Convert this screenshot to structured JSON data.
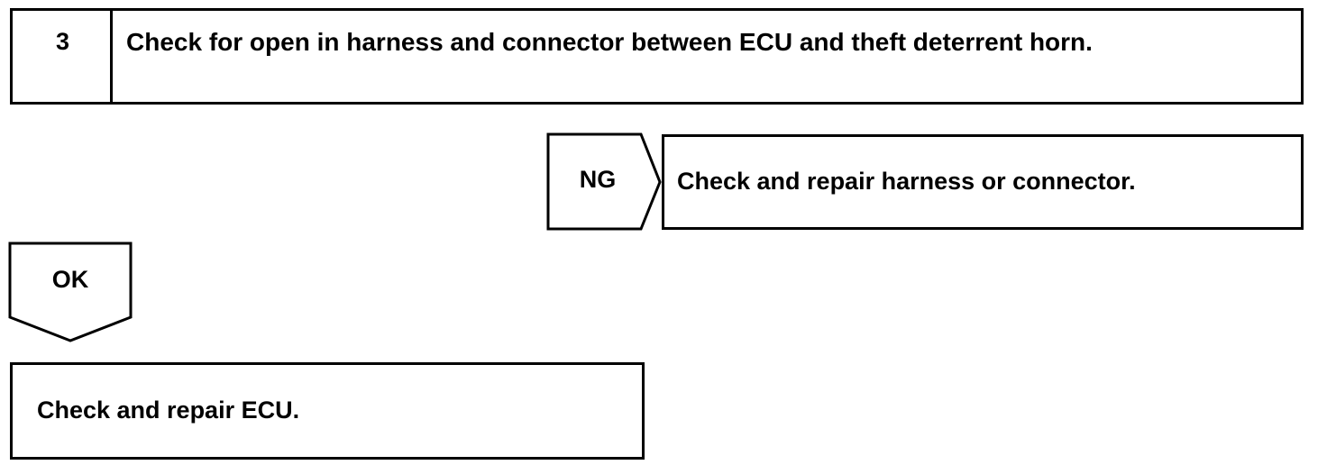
{
  "step": {
    "number": "3",
    "title": "Check for open in harness and connector between ECU and theft deterrent horn."
  },
  "ng_branch": {
    "label": "NG",
    "action": "Check and repair harness or connector."
  },
  "ok_branch": {
    "label": "OK",
    "action": "Check and repair ECU."
  }
}
